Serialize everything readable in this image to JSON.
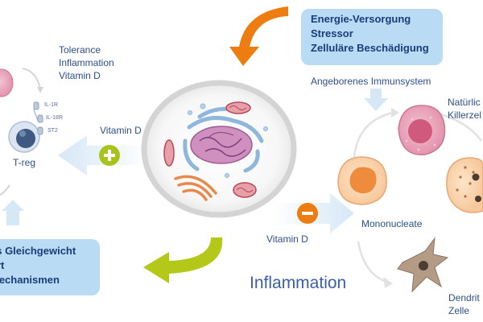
{
  "top_box": {
    "lines": [
      "Energie-Versorgung",
      "Stressor",
      "Zelluläre Beschädigung"
    ]
  },
  "bottom_box": {
    "lines": [
      "es Gleichgewicht",
      "ort",
      "Mechanismen"
    ]
  },
  "left_text": {
    "lines": [
      "Tolerance",
      "Inflammation",
      "Vitamin D"
    ]
  },
  "receptors": [
    "IL-1R",
    "IL-18R",
    "ST2"
  ],
  "treg_label": "T-reg",
  "vitamin_d_plus": "Vitamin D",
  "vitamin_d_minus": "Vitamin D",
  "innate_label": "Angeborenes Immunsystem",
  "nk_label": {
    "lines": [
      "Natürlic",
      "Killerzel"
    ]
  },
  "mono_label": "Mononucleate",
  "dendritic_label": {
    "lines": [
      "Dendrit",
      "Zelle"
    ]
  },
  "inflammation_label": "Inflammation",
  "colors": {
    "orange_arrow": "#ee7d11",
    "green_arrow": "#b4c81a",
    "light_blue_arrow": "#d9e9f7",
    "box_fill": "#b9dcf4",
    "plus_circle": "#a8c41a",
    "minus_circle": "#ee7d11",
    "text": "#2e4f8a"
  }
}
